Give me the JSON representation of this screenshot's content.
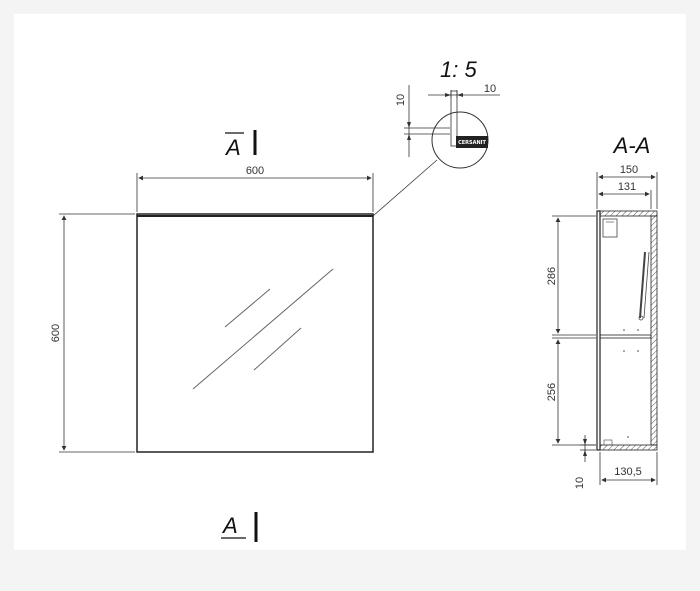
{
  "drawing": {
    "scale": "1: 5",
    "section_label_top": "A",
    "section_label_bottom": "A",
    "section_view_title": "A-A",
    "front": {
      "width": "600",
      "height": "600"
    },
    "detail": {
      "dim_top": "10",
      "dim_left": "10",
      "logo_text": "CERSANIT"
    },
    "section": {
      "depth_total": "150",
      "depth_inner": "131",
      "upper_height": "286",
      "lower_height": "256",
      "bottom_depth": "130,5",
      "bottom_gap": "10"
    }
  },
  "colors": {
    "line": "#222222",
    "dim_line": "#333333",
    "hatch": "#555555",
    "sheet": "#ffffff",
    "background": "#f4f4f4"
  }
}
